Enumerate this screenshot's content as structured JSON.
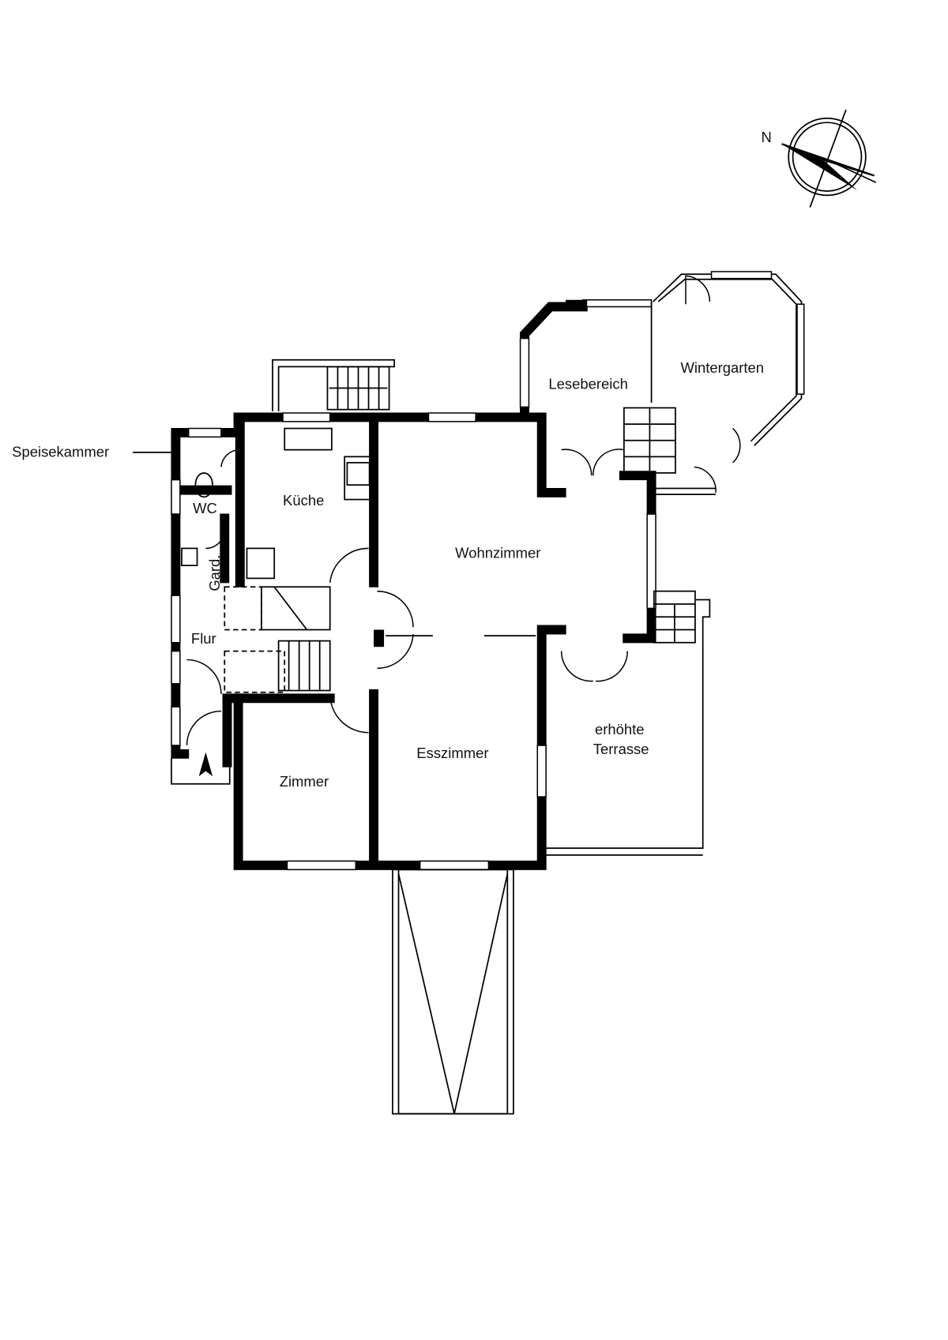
{
  "compass": {
    "north_label": "N"
  },
  "rooms": {
    "speisekammer": "Speisekammer",
    "wc": "WC",
    "kueche": "Küche",
    "garderobe": "Gard.",
    "flur": "Flur",
    "wohnzimmer": "Wohnzimmer",
    "lesebereich": "Lesebereich",
    "wintergarten": "Wintergarten",
    "esszimmer": "Esszimmer",
    "zimmer": "Zimmer",
    "terrasse_line1": "erhöhte",
    "terrasse_line2": "Terrasse"
  }
}
